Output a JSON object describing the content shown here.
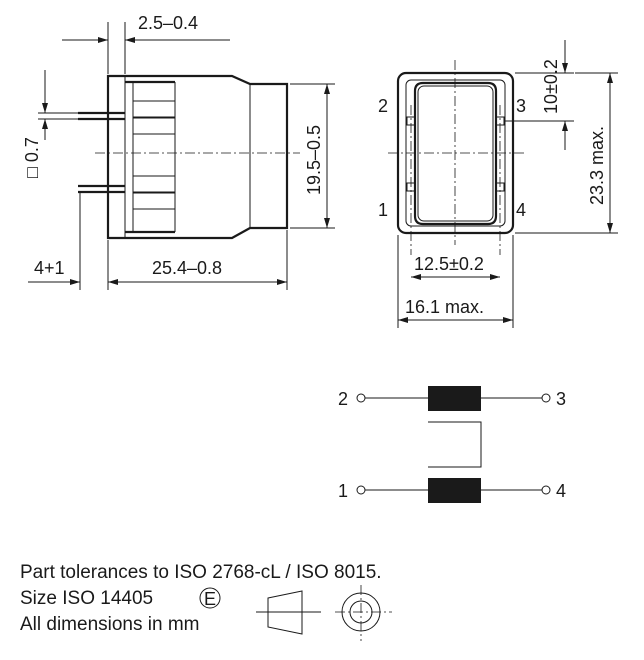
{
  "side_view": {
    "dim_top": "2.5–0.4",
    "dim_height": "19.5–0.5",
    "dim_pin_square": "□ 0.7",
    "dim_pin_length": "4+1",
    "dim_length": "25.4–0.8"
  },
  "top_view": {
    "dim_pin_offset": "10±0.2",
    "dim_height_max": "23.3 max.",
    "dim_pin_spacing": "12.5±0.2",
    "dim_width_max": "16.1 max.",
    "pin_labels": {
      "p1": "1",
      "p2": "2",
      "p3": "3",
      "p4": "4"
    }
  },
  "schematic": {
    "pin_labels": {
      "p1": "1",
      "p2": "2",
      "p3": "3",
      "p4": "4"
    }
  },
  "notes": {
    "line1": "Part tolerances to ISO 2768-cL / ISO 8015.",
    "line2": "Size ISO 14405",
    "line2_symbol": "E",
    "line3": "All dimensions in mm"
  }
}
